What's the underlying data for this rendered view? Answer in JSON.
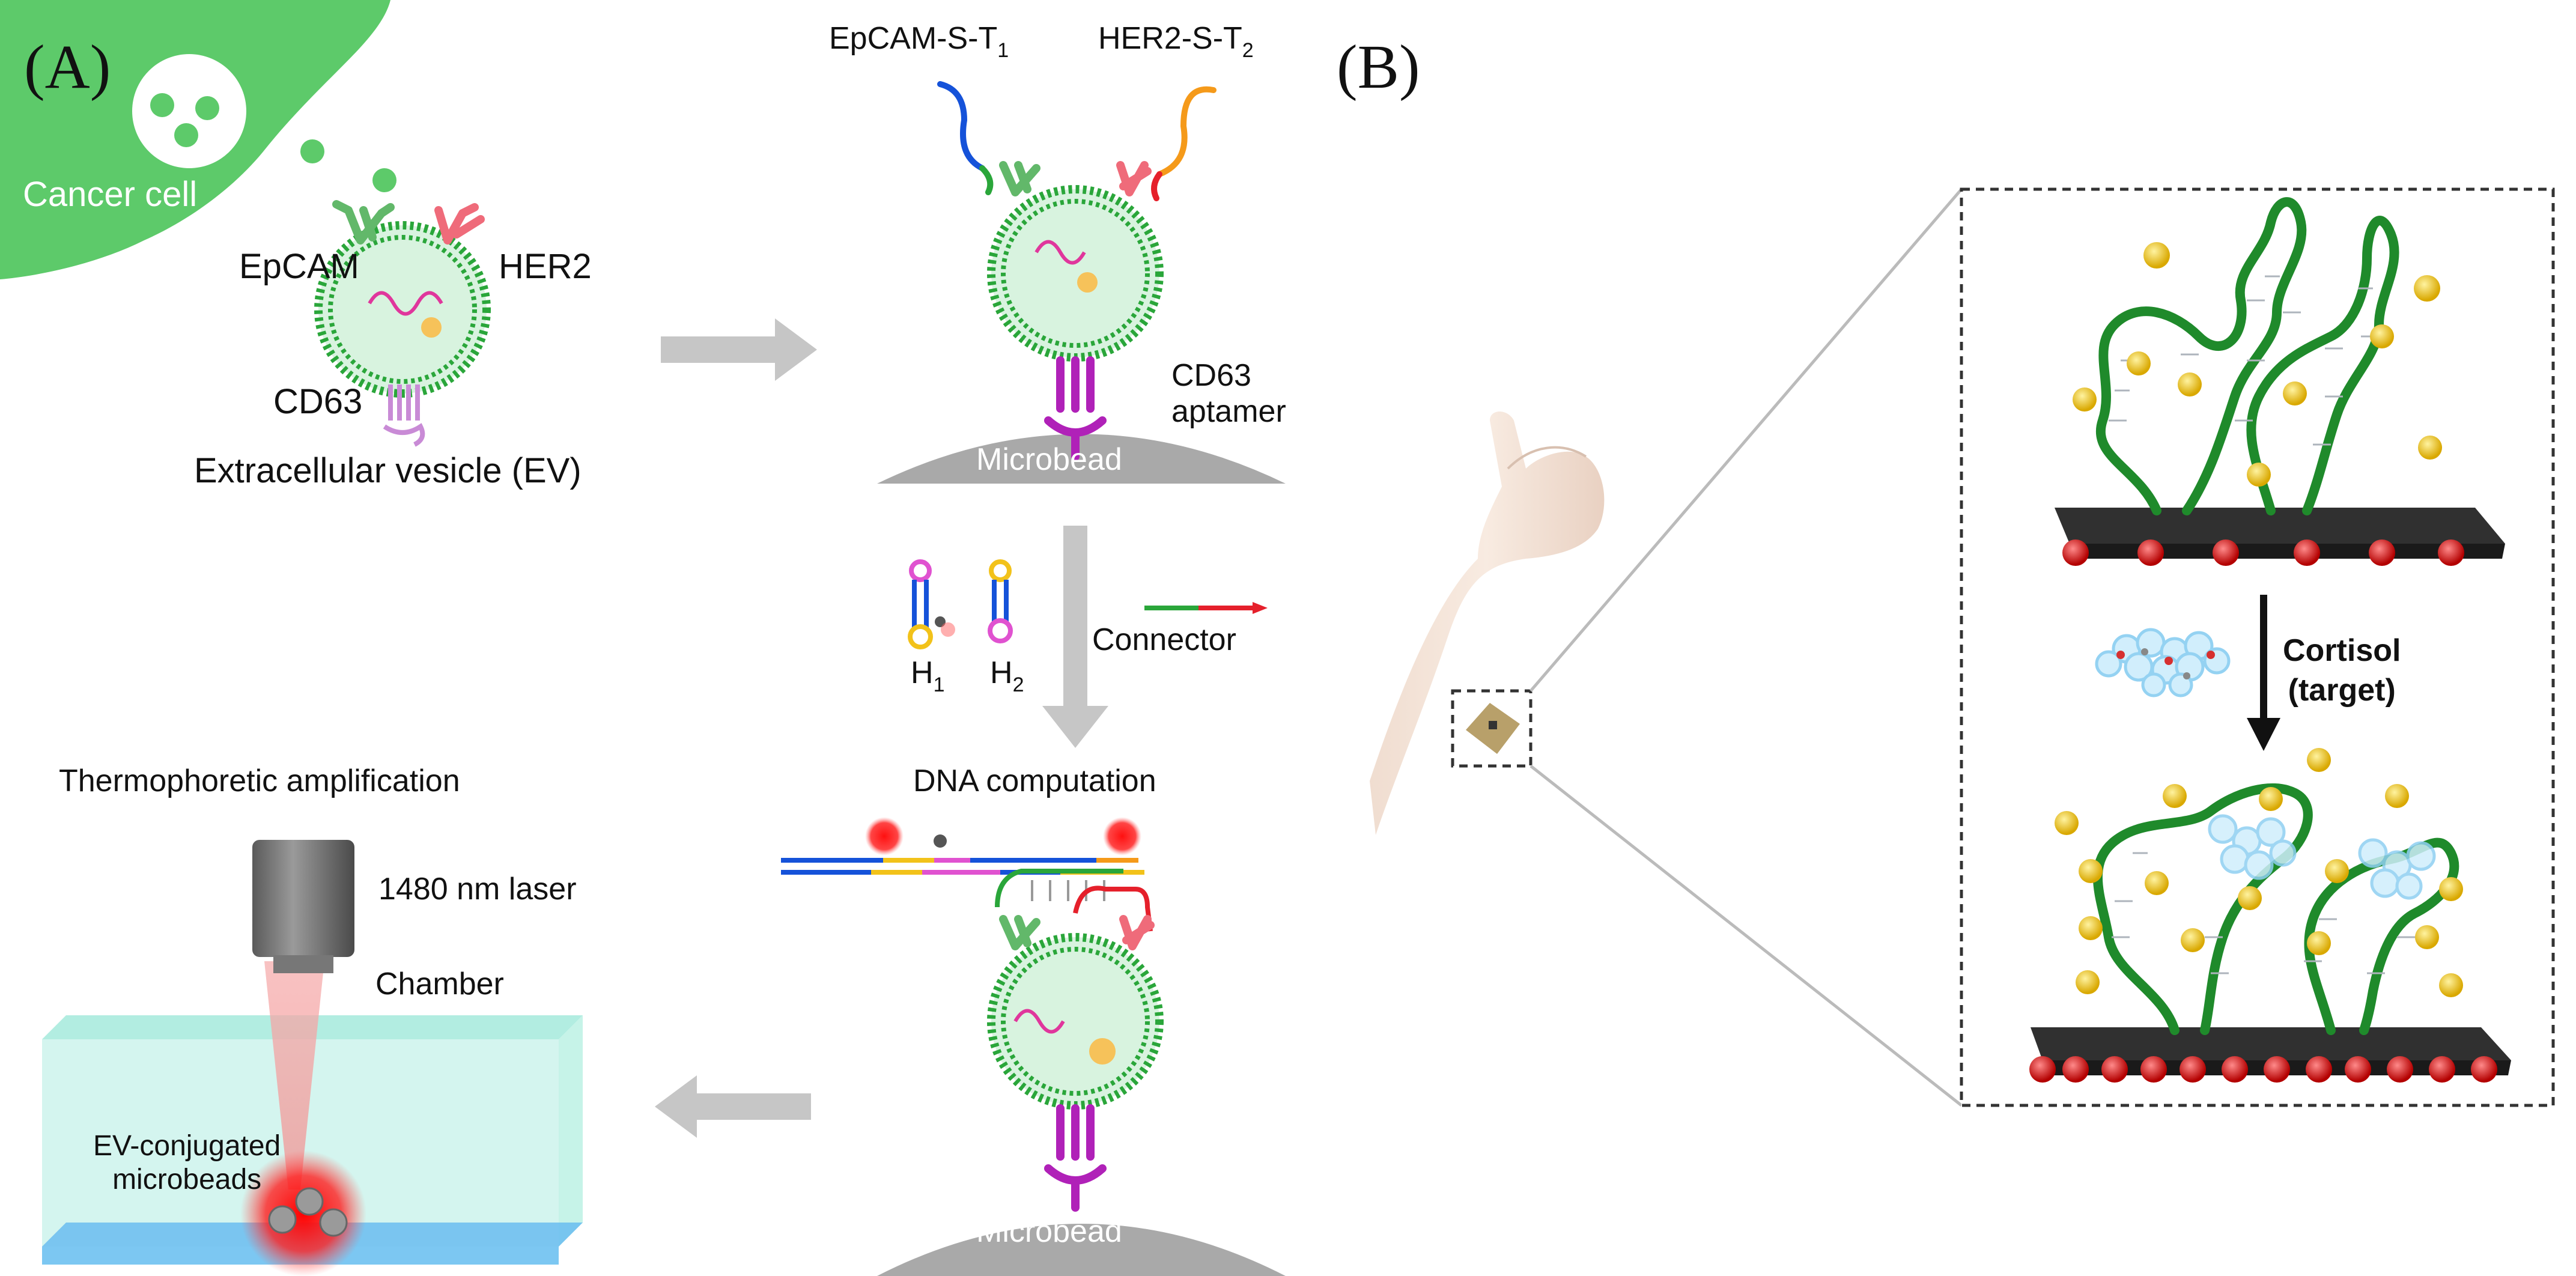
{
  "panel_a": {
    "label": "(A)",
    "cancer_cell": "Cancer cell",
    "epcam": "EpCAM",
    "her2": "HER2",
    "cd63": "CD63",
    "ev_label": "Extracellular vesicle (EV)",
    "epcam_probe_main": "EpCAM-S-T",
    "epcam_probe_sub": "1",
    "her2_probe_main": "HER2-S-T",
    "her2_probe_sub": "2",
    "cd63_aptamer_line1": "CD63",
    "cd63_aptamer_line2": "aptamer",
    "microbead_top": "Microbead",
    "h1_main": "H",
    "h1_sub": "1",
    "h2_main": "H",
    "h2_sub": "2",
    "connector": "Connector",
    "dna_computation": "DNA computation",
    "thermophoretic": "Thermophoretic amplification",
    "laser": "1480 nm laser",
    "chamber": "Chamber",
    "ev_beads_line1": "EV-conjugated",
    "ev_beads_line2": "microbeads",
    "microbead_bottom": "Microbead"
  },
  "panel_b": {
    "label": "(B)",
    "target_line1": "Cortisol",
    "target_line2": "(target)"
  },
  "colors": {
    "cancer_cell": "#5dca6a",
    "ev_fill": "#d8f3df",
    "ev_ring": "#2aa63a",
    "epcam": "#62b86a",
    "her2": "#ef6b7a",
    "cd63": "#c98bd6",
    "aptamer": "#b021b8",
    "bead": "#a9a9a9",
    "arrow": "#c6c6c6",
    "laser": "#f4a3a3",
    "chamber": "#c6f2ea",
    "glow": "#ff2020",
    "dna": "#1f8a2b",
    "neg_charge": "#e8c51f",
    "pos_charge": "#d21f1f"
  }
}
